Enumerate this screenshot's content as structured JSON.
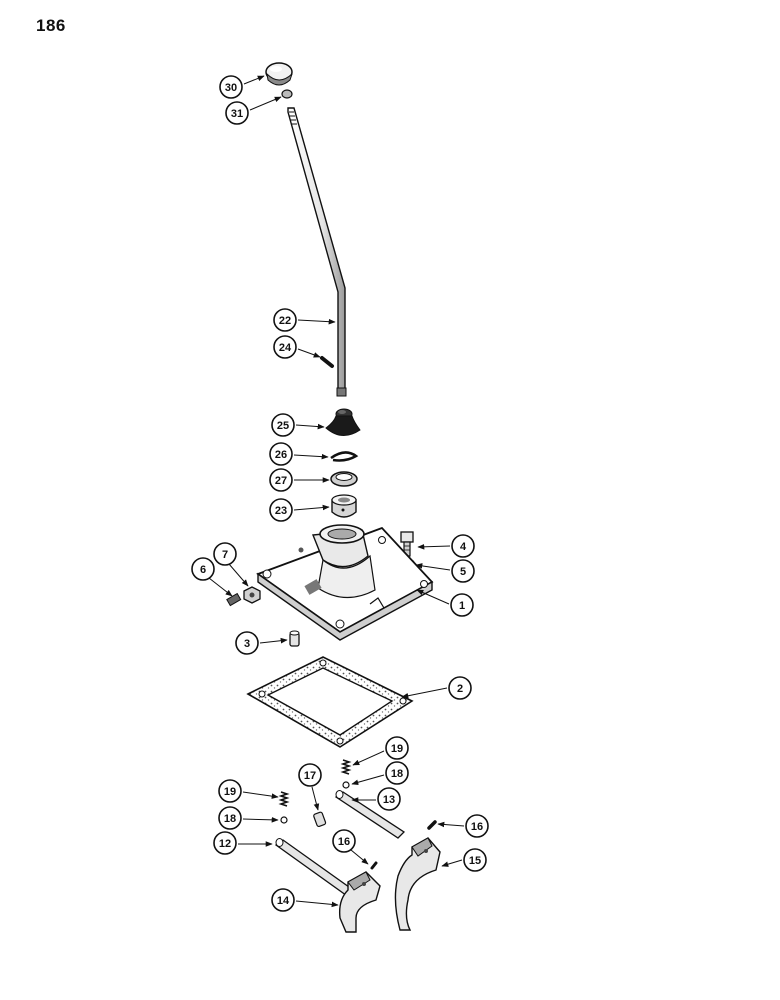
{
  "page": {
    "number": "186"
  },
  "callouts": [
    {
      "id": "c30",
      "label": "30"
    },
    {
      "id": "c31",
      "label": "31"
    },
    {
      "id": "c22",
      "label": "22"
    },
    {
      "id": "c24",
      "label": "24"
    },
    {
      "id": "c25",
      "label": "25"
    },
    {
      "id": "c26",
      "label": "26"
    },
    {
      "id": "c27",
      "label": "27"
    },
    {
      "id": "c23",
      "label": "23"
    },
    {
      "id": "c4",
      "label": "4"
    },
    {
      "id": "c5",
      "label": "5"
    },
    {
      "id": "c7",
      "label": "7"
    },
    {
      "id": "c6",
      "label": "6"
    },
    {
      "id": "c1",
      "label": "1"
    },
    {
      "id": "c3",
      "label": "3"
    },
    {
      "id": "c2",
      "label": "2"
    },
    {
      "id": "c19a",
      "label": "19"
    },
    {
      "id": "c17",
      "label": "17"
    },
    {
      "id": "c18a",
      "label": "18"
    },
    {
      "id": "c13",
      "label": "13"
    },
    {
      "id": "c19b",
      "label": "19"
    },
    {
      "id": "c18b",
      "label": "18"
    },
    {
      "id": "c16a",
      "label": "16"
    },
    {
      "id": "c12",
      "label": "12"
    },
    {
      "id": "c16b",
      "label": "16"
    },
    {
      "id": "c15",
      "label": "15"
    },
    {
      "id": "c14",
      "label": "14"
    }
  ],
  "colors": {
    "ink": "#111111",
    "paper": "#ffffff",
    "shade": "#9a9a9a",
    "light": "#d8d8d8"
  }
}
